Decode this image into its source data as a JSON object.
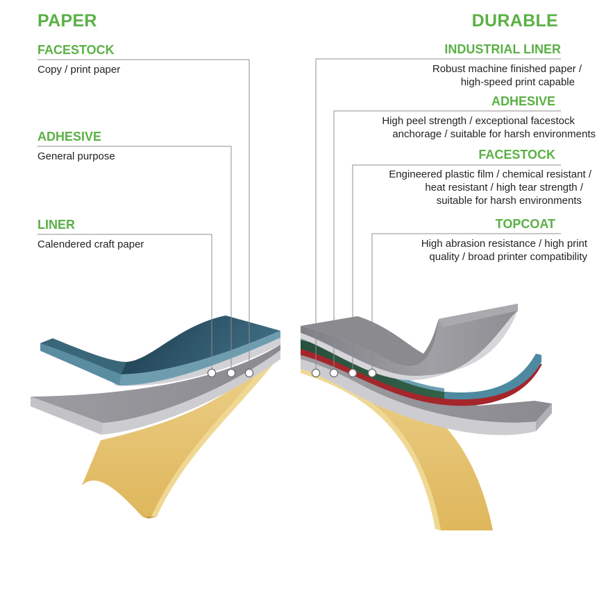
{
  "colors": {
    "accent_green": "#5ab045",
    "text": "#222222",
    "leader_line": "#8c8c8c",
    "facestock_paper": "#2d5468",
    "liner_gray": "#b9b9bd",
    "yellow_liner": "#e3c06a",
    "topcoat_teal": "#4d8aa0",
    "adhesive_red": "#a4262b",
    "film_green": "#2f5d45"
  },
  "paper": {
    "title": "PAPER",
    "facestock": {
      "label": "FACESTOCK",
      "desc": "Copy / print paper"
    },
    "adhesive": {
      "label": "ADHESIVE",
      "desc": "General purpose"
    },
    "liner": {
      "label": "LINER",
      "desc": "Calendered craft paper"
    }
  },
  "durable": {
    "title": "DURABLE",
    "industrial_liner": {
      "label": "INDUSTRIAL LINER",
      "desc": [
        "Robust machine finished paper /",
        "high-speed print capable"
      ]
    },
    "adhesive": {
      "label": "ADHESIVE",
      "desc": [
        "High peel  strength / exceptional facestock",
        "anchorage / suitable for harsh environments"
      ]
    },
    "facestock": {
      "label": "FACESTOCK",
      "desc": [
        "Engineered plastic film / chemical resistant /",
        "heat resistant / high tear strength /",
        "suitable for harsh environments"
      ]
    },
    "topcoat": {
      "label": "TOPCOAT",
      "desc": [
        "High abrasion resistance / high  print",
        "quality / broad printer compatibility"
      ]
    }
  }
}
